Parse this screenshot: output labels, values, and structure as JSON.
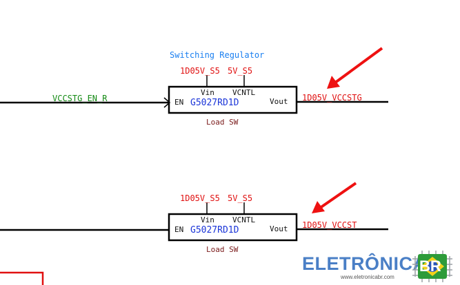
{
  "block_title": "Switching Regulator",
  "regulators": [
    {
      "supply_nets": [
        "1D05V_S5",
        "5V_S5"
      ],
      "input_net": "VCCSTG_EN_R",
      "pins": {
        "en": "EN",
        "vin": "Vin",
        "vcntl": "VCNTL",
        "vout": "Vout"
      },
      "part": "G5027RD1D",
      "caption": "Load SW",
      "output_net": "1D05V_VCCSTG"
    },
    {
      "supply_nets": [
        "1D05V_S5",
        "5V_S5"
      ],
      "input_net": "",
      "pins": {
        "en": "EN",
        "vin": "Vin",
        "vcntl": "VCNTL",
        "vout": "Vout"
      },
      "part": "G5027RD1D",
      "caption": "Load SW",
      "output_net": "1D05V_VCCST"
    }
  ],
  "watermark": {
    "brand": "ELETRÔNICA",
    "badge": "BR",
    "url": "www.eletronicabr.com"
  },
  "colors": {
    "wire": "#000000",
    "net_label": "#e01010",
    "input_net_label": "#138a13",
    "part_name": "#1a34d8",
    "title": "#1a7ff0",
    "caption": "#7a1a1a",
    "arrow": "#ee1111",
    "logo_blue": "#4a7fc6",
    "badge_green": "#2d9b3a",
    "badge_yellow": "#f2d21b"
  }
}
